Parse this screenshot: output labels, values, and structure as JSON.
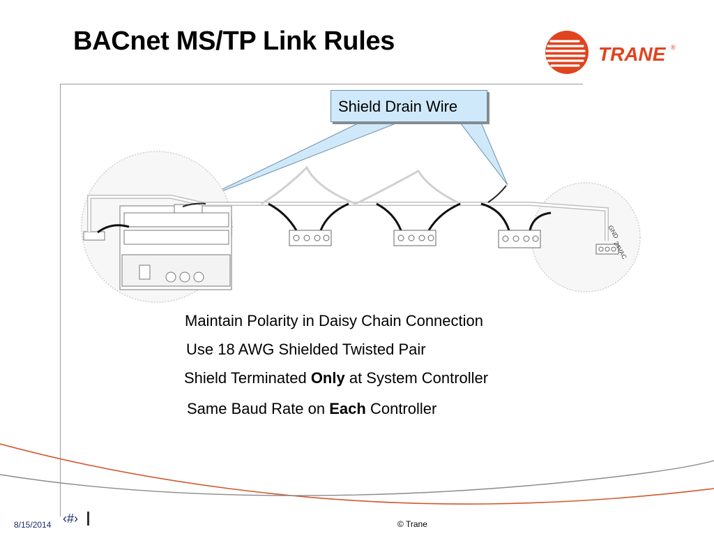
{
  "slide": {
    "title": "BACnet MS/TP Link Rules",
    "callout": "Shield Drain Wire",
    "rules": [
      {
        "before": "Maintain Polarity in Daisy Chain Connection",
        "bold": "",
        "after": ""
      },
      {
        "before": "Use 18 AWG Shielded Twisted Pair",
        "bold": "",
        "after": ""
      },
      {
        "before": "Shield Terminated ",
        "bold": "Only",
        "after": " at System Controller"
      },
      {
        "before": "Same Baud Rate on ",
        "bold": "Each",
        "after": " Controller"
      }
    ]
  },
  "logo": {
    "text": "TRANE",
    "mark": "®",
    "color": "#e0441f"
  },
  "diagram_labels": {
    "gnd": "GND",
    "vac": "24VAC"
  },
  "footer": {
    "date": "8/15/2014",
    "page": "‹#›",
    "copyright": "© Trane"
  },
  "colors": {
    "accent": "#d3562a",
    "callout_fill": "#cfe9fb",
    "footer_text": "#1a2a6c"
  }
}
